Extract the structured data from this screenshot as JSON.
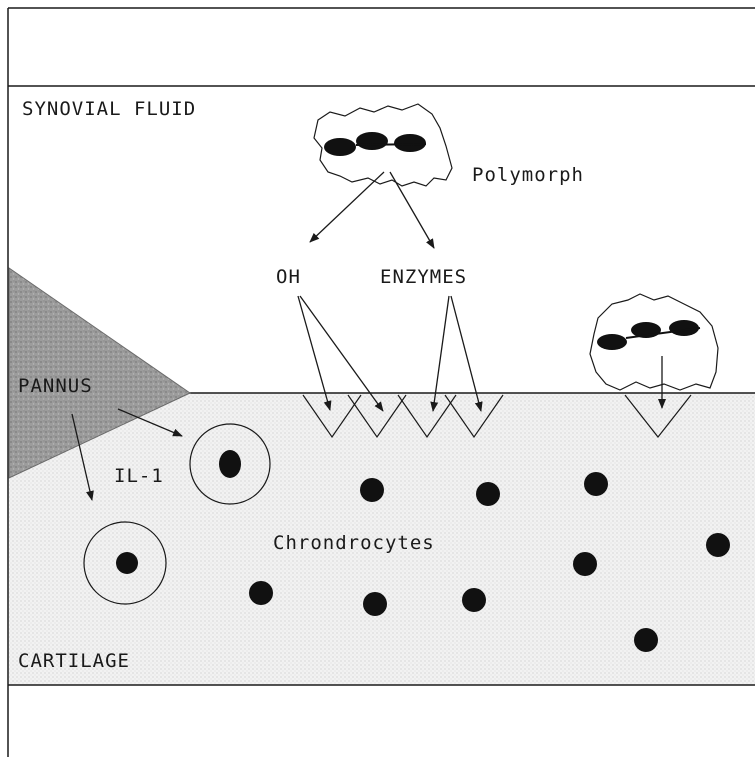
{
  "labels": {
    "synovial_fluid": "SYNOVIAL FLUID",
    "polymorph": "Polymorph",
    "oh": "OH",
    "enzymes": "ENZYMES",
    "pannus": "PANNUS",
    "il1": "IL-1",
    "chondrocytes": "Chrondrocytes",
    "cartilage": "CARTILAGE"
  },
  "colors": {
    "ink": "#1a1a1a",
    "cartilage_fill": "#eeeeee",
    "pannus_fill": "#9a9a9a",
    "cell_nucleus": "#111111"
  }
}
